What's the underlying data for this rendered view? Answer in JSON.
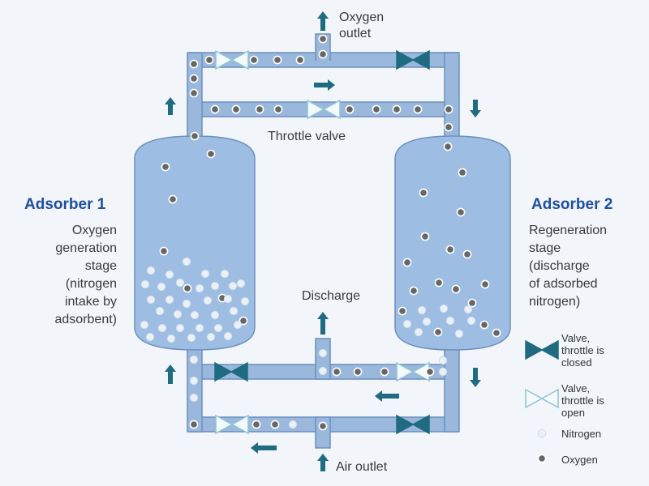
{
  "colors": {
    "pipe_fill": "#9ab8dc",
    "pipe_stroke": "#6b8fc0",
    "vessel_fill": "#9dbde2",
    "arrow": "#1e6b82",
    "valve_closed": "#1f6b80",
    "valve_open_fill": "#f4f9fc",
    "valve_open_stroke": "#8fc3d6",
    "nitrogen": "#eaf0f8",
    "oxygen": "#666666"
  },
  "labels": {
    "oxygen_outlet": [
      "Oxygen",
      "outlet"
    ],
    "throttle_valve": "Throttle valve",
    "discharge": "Discharge",
    "air_outlet": "Air outlet"
  },
  "adsorber1": {
    "title": "Adsorber 1",
    "lines": [
      "Oxygen",
      "generation",
      "stage",
      "(nitrogen",
      "intake by",
      "adsorbent)"
    ]
  },
  "adsorber2": {
    "title": "Adsorber 2",
    "lines": [
      "Regeneration",
      "stage",
      "(discharge",
      "of adsorbed",
      "nitrogen)"
    ]
  },
  "legend": {
    "valve_closed": [
      "Valve,",
      "throttle is",
      "closed"
    ],
    "valve_open": [
      "Valve,",
      "throttle is",
      "open"
    ],
    "nitrogen": "Nitrogen",
    "oxygen": "Oxygen"
  }
}
